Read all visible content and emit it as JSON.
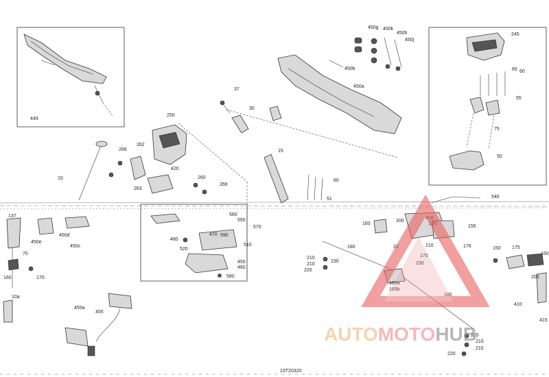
{
  "drawing_number": "23T20320",
  "watermark": {
    "prefix": "AUTO",
    "middle": "MOTO",
    "suffix": "HUB",
    "color_orange": "#f5b77a",
    "color_red": "#f08a8a",
    "color_dark": "#9a9a9a"
  },
  "part_labels": {
    "p449": "449",
    "p450g": "450g",
    "p450k": "450k",
    "p450h": "450h",
    "p450j": "450j",
    "p245": "245",
    "p65": "65",
    "p60a": "60",
    "p55": "55",
    "p75": "75",
    "p50": "50",
    "p450b": "450b",
    "p450a": "450a",
    "p37": "37",
    "p30": "30",
    "p15": "15",
    "p250": "250",
    "p262": "262",
    "p266a": "266",
    "p420": "420",
    "p263": "263",
    "p260": "260",
    "p266b": "266",
    "p10": "10",
    "p60b": "60",
    "p51": "51",
    "p540": "540",
    "p137": "137",
    "p450e": "450e",
    "p450d": "450d",
    "p450c": "450c",
    "p70": "70",
    "p160a": "160",
    "p170a": "170",
    "p10a": "10a",
    "p455a": "455a",
    "p455": "455",
    "p560": "560",
    "p550": "550",
    "p570": "570",
    "p590": "590",
    "p470": "470",
    "p480": "480",
    "p510": "510",
    "p520": "520",
    "p450f": "450",
    "p460": "460",
    "p580": "580",
    "p160b": "160",
    "p200a": "200",
    "p410a": "410",
    "p220a": "220",
    "p155": "155",
    "p20": "20",
    "p210a": "210",
    "p176": "176",
    "p170b": "170",
    "p180a": "180",
    "p230a": "230",
    "p210b": "210",
    "p210c": "210",
    "p220b": "220",
    "p230b": "230",
    "p185a": "185a",
    "p185b": "185b",
    "p150": "150",
    "p175": "175",
    "p165": "160",
    "p200b": "200",
    "p410b": "410",
    "p415": "415",
    "p180b": "180",
    "p270": "270",
    "p210d": "210",
    "p210e": "210",
    "p220c": "220"
  }
}
